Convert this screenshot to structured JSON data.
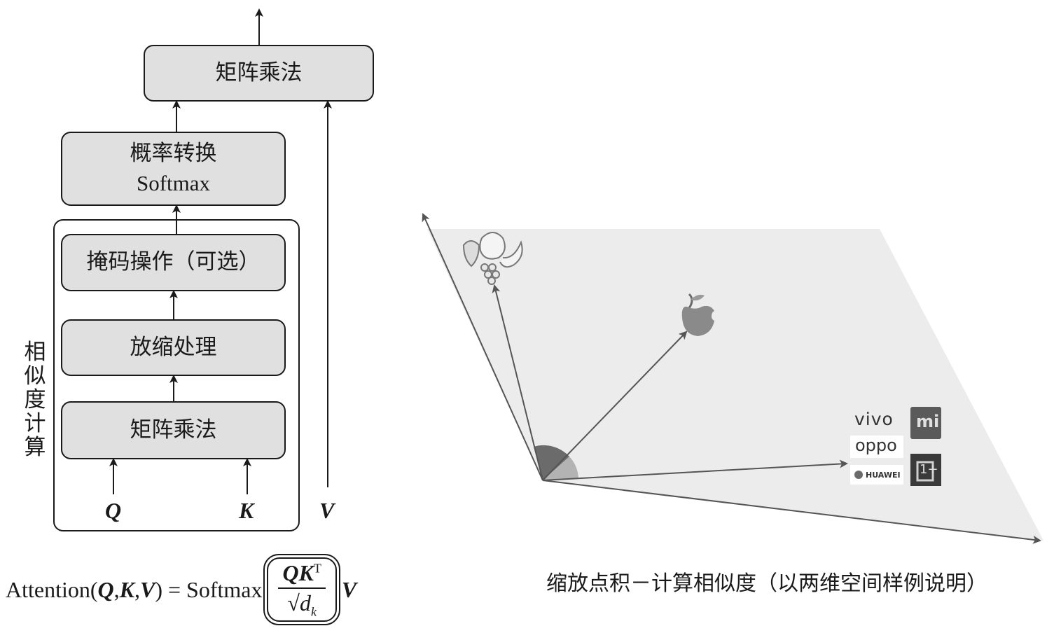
{
  "left_diagram": {
    "matmul_top": "矩阵乘法",
    "softmax_cn": "概率转换",
    "softmax_en": "Softmax",
    "mask": "掩码操作（可选）",
    "scale": "放缩处理",
    "matmul_bottom": "矩阵乘法",
    "group_label": [
      "相",
      "似",
      "度",
      "计",
      "算"
    ],
    "input_q": "Q",
    "input_k": "K",
    "input_v": "V"
  },
  "formula": {
    "prefix": "Attention(",
    "q": "Q",
    "comma1": ", ",
    "k": "K",
    "comma2": ", ",
    "v": "V",
    "middle": ") = Softmax",
    "numerator": "QK",
    "superscript": "T",
    "denominator": "√d",
    "subscript": "k",
    "suffix": "V"
  },
  "right_diagram": {
    "brand_vivo": "vivo",
    "brand_oppo": "oppo",
    "brand_mi": "mi",
    "brand_huawei": "HUAWEI",
    "brand_oneplus": "1+",
    "caption": "缩放点积－计算相似度（以两维空间样例说明）",
    "colors": {
      "plane": "#ececec",
      "angle_dark": "#6b6b6b",
      "angle_light": "#b3b3b3",
      "apple": "#8a8a8a"
    }
  }
}
